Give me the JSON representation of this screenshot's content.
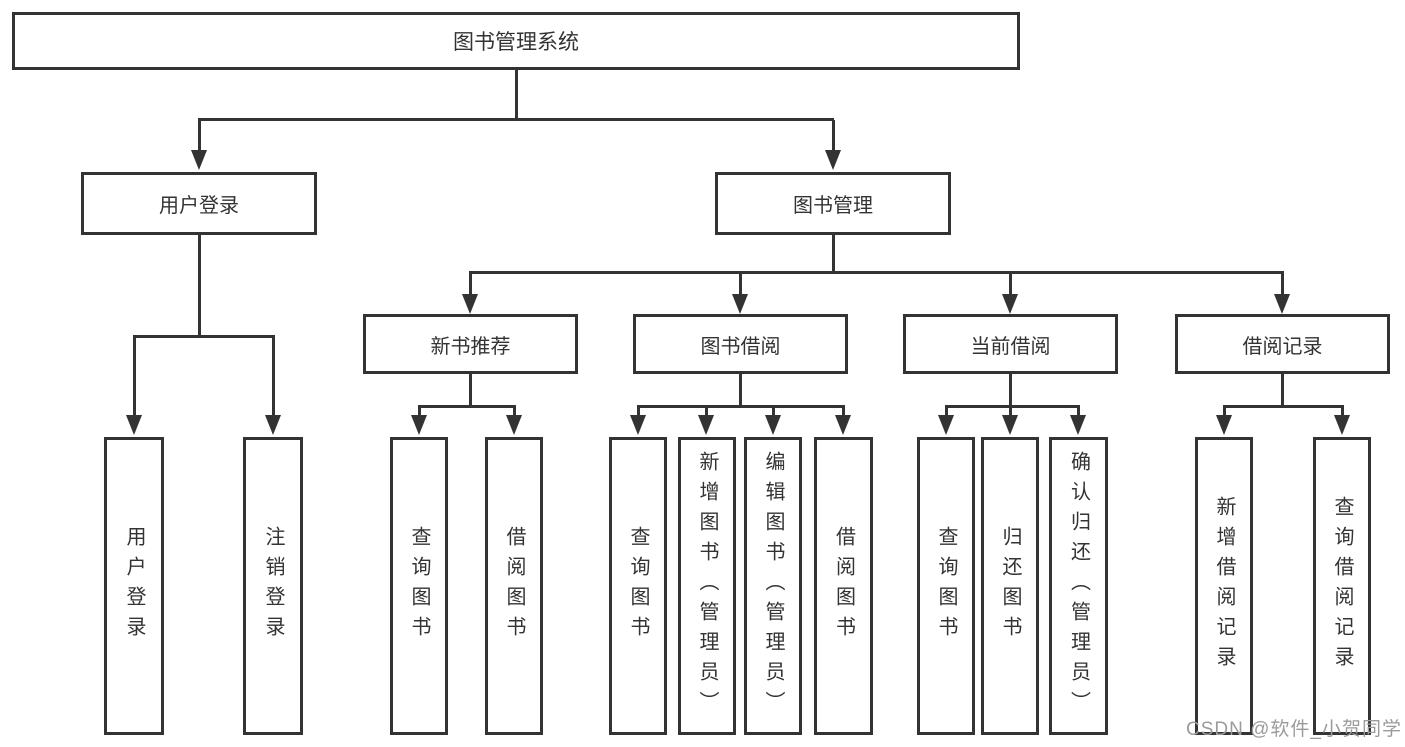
{
  "tree": {
    "root": {
      "label": "图书管理系统"
    },
    "children": [
      {
        "label": "用户登录",
        "children": [
          {
            "label": "用户登录"
          },
          {
            "label": "注销登录"
          }
        ]
      },
      {
        "label": "图书管理",
        "children": [
          {
            "label": "新书推荐",
            "children": [
              {
                "label": "查询图书"
              },
              {
                "label": "借阅图书"
              }
            ]
          },
          {
            "label": "图书借阅",
            "children": [
              {
                "label": "查询图书"
              },
              {
                "label": "新增图书（管理员）"
              },
              {
                "label": "编辑图书（管理员）"
              },
              {
                "label": "借阅图书"
              }
            ]
          },
          {
            "label": "当前借阅",
            "children": [
              {
                "label": "查询图书"
              },
              {
                "label": "归还图书"
              },
              {
                "label": "确认归还（管理员）"
              }
            ]
          },
          {
            "label": "借阅记录",
            "children": [
              {
                "label": "新增借阅记录"
              },
              {
                "label": "查询借阅记录"
              }
            ]
          }
        ]
      }
    ]
  },
  "watermark": {
    "text": "CSDN @软件_小贺同学"
  },
  "colors": {
    "line": "#333333",
    "text": "#333333",
    "watermark": "#9b9b9b",
    "background": "#ffffff"
  }
}
